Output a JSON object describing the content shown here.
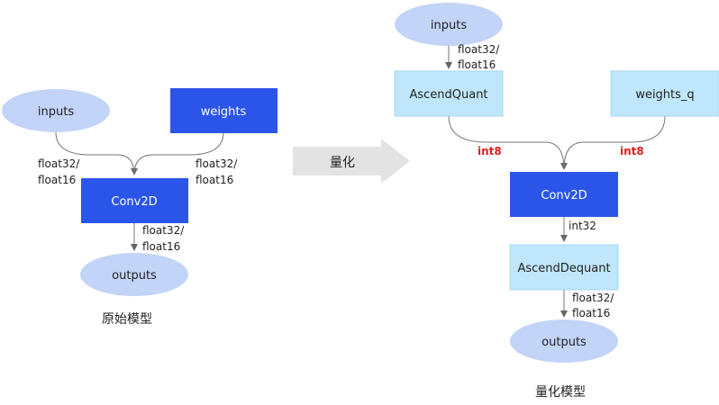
{
  "original": {
    "inputs_label": "inputs",
    "weights_label": "weights",
    "conv_label": "Conv2D",
    "outputs_label": "outputs",
    "edge_inputs_dtype": [
      "float32/",
      "float16"
    ],
    "edge_weights_dtype": [
      "float32/",
      "float16"
    ],
    "edge_outputs_dtype": [
      "float32/",
      "float16"
    ],
    "caption": "原始模型"
  },
  "transition_label": "量化",
  "quantized": {
    "inputs_label": "inputs",
    "quant_label": "AscendQuant",
    "weights_label": "weights_q",
    "conv_label": "Conv2D",
    "dequant_label": "AscendDequant",
    "outputs_label": "outputs",
    "edge_inputs_dtype": [
      "float32/",
      "float16"
    ],
    "edge_quant_dtype": "int8",
    "edge_weights_dtype": "int8",
    "edge_conv_dtype": "int32",
    "edge_outputs_dtype": [
      "float32/",
      "float16"
    ],
    "caption": "量化模型"
  },
  "colors": {
    "ellipse_fill": "#c2d4f7",
    "dark_node_fill": "#2a55e8",
    "light_node_fill": "#bfe6fa",
    "highlight_text": "#e02020",
    "edge": "#777777"
  }
}
